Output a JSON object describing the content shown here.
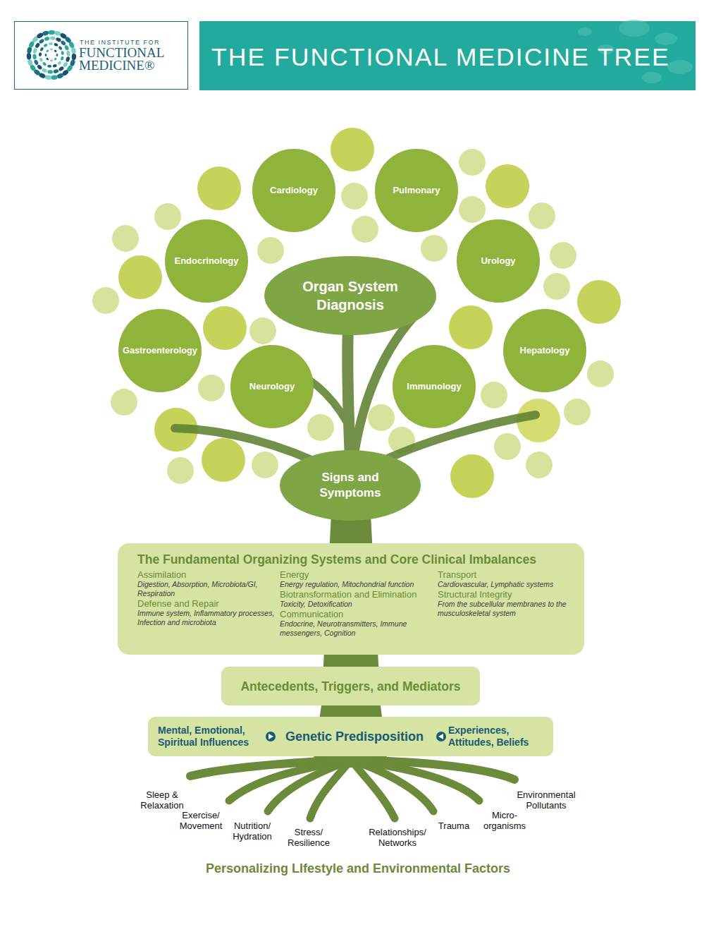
{
  "diagram": {
    "title": "THE FUNCTIONAL MEDICINE TREE",
    "caption": "Personalizing LIfestyle and Environmental Factors",
    "nodes": [
      {
        "text": [
          "THE INSTITUTE FOR",
          "FUNCTIONAL MEDICINE®"
        ]
      },
      {
        "text": [
          "Cardiology"
        ]
      },
      {
        "text": [
          "Pulmonary"
        ]
      },
      {
        "text": [
          "Endocrinology"
        ]
      },
      {
        "text": [
          "Urology"
        ]
      },
      {
        "text": [
          "Organ System Diagnosis"
        ]
      },
      {
        "text": [
          "Gastroenterology"
        ]
      },
      {
        "text": [
          "Hepatology"
        ]
      },
      {
        "text": [
          "Neurology"
        ]
      },
      {
        "text": [
          "Immunology"
        ]
      },
      {
        "text": [
          "Signs and Symptoms"
        ]
      },
      {
        "text": [
          "The Fundamental Organizing Systems and Core Clinical Imbalances",
          "Assimilation",
          "Digestion, Absorption, Microbiota/GI, Respiration",
          "Defense and Repair",
          "Immune system, Inflammatory processes, Infection and microbiota",
          "Energy",
          "Energy regulation, Mitochondrial function",
          "Biotransformation and Elimination",
          "Toxicity, Detoxification",
          "Communication",
          "Endocrine, Neurotransmitters, Immune messengers, Cognition",
          "Transport",
          "Cardiovascular, Lymphatic systems",
          "Structural Integrity",
          "From the subcellular membranes to the musculoskeletal system"
        ]
      },
      {
        "text": [
          "Antecedents, Triggers, and Mediators"
        ]
      },
      {
        "text": [
          "Mental, Emotional, Spiritual Influences",
          "Genetic Predisposition",
          "Experiences, Attitudes, Beliefs"
        ]
      }
    ],
    "labels": [
      "Sleep & Relaxation",
      "Exercise/ Movement",
      "Nutrition/ Hydration",
      "Stress/ Resilience",
      "Relationships/ Networks",
      "Trauma",
      "Micro- organisms",
      "Environmental Pollutants"
    ]
  }
}
